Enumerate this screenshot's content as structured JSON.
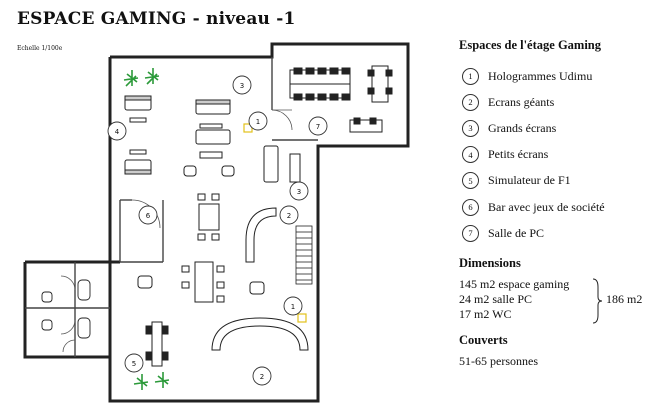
{
  "title": "ESPACE GAMING - niveau -1",
  "scale": "Echelle 1/100e",
  "legend": {
    "title": "Espaces de l'étage Gaming",
    "items": [
      {
        "num": "1",
        "label": "Hologrammes Udimu"
      },
      {
        "num": "2",
        "label": "Ecrans géants"
      },
      {
        "num": "3",
        "label": "Grands écrans"
      },
      {
        "num": "4",
        "label": "Petits écrans"
      },
      {
        "num": "5",
        "label": "Simulateur de F1"
      },
      {
        "num": "6",
        "label": "Bar avec jeux de société"
      },
      {
        "num": "7",
        "label": "Salle de PC"
      }
    ]
  },
  "dimensions": {
    "title": "Dimensions",
    "lines": [
      "145 m2 espace gaming",
      "24 m2 salle PC",
      "17 m2 WC"
    ],
    "total": "186 m2"
  },
  "couverts": {
    "title": "Couverts",
    "value": "51-65 personnes"
  },
  "plan_markers": [
    {
      "num": "1"
    },
    {
      "num": "1"
    },
    {
      "num": "2"
    },
    {
      "num": "2"
    },
    {
      "num": "3"
    },
    {
      "num": "3"
    },
    {
      "num": "4"
    },
    {
      "num": "5"
    },
    {
      "num": "6"
    },
    {
      "num": "7"
    }
  ]
}
